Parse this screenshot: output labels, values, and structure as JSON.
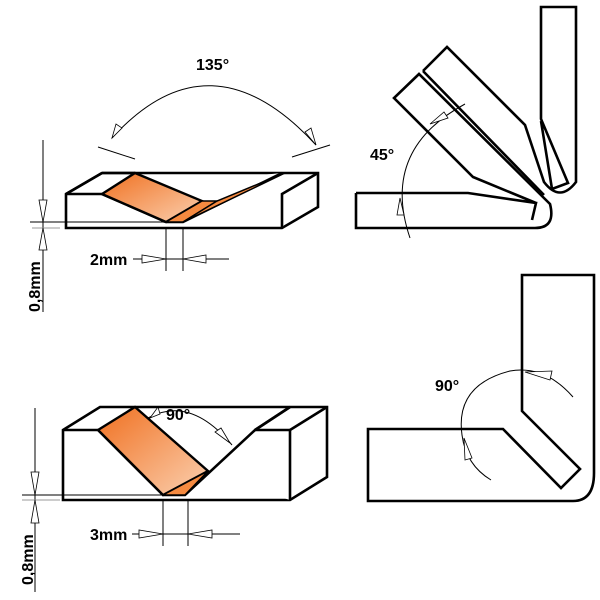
{
  "labels": {
    "angle_135": "135°",
    "angle_45": "45°",
    "angle_90_groove": "90°",
    "angle_90_bend": "90°",
    "width_2mm": "2mm",
    "width_3mm": "3mm",
    "depth_top": "0,8mm",
    "depth_bottom": "0,8mm"
  },
  "colors": {
    "groove_fill_light": "#fbd0b0",
    "groove_fill_dark": "#f07020",
    "outline": "#000000"
  }
}
